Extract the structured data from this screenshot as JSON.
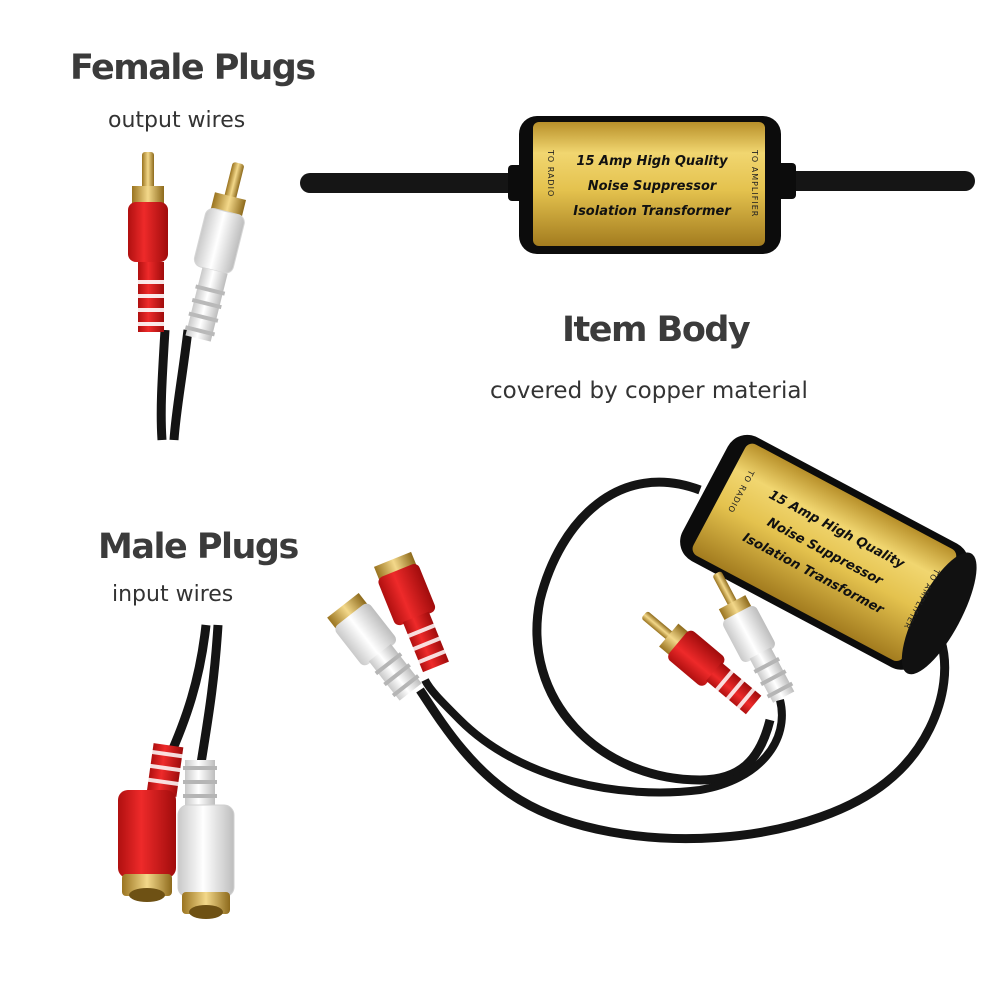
{
  "labels": {
    "female_plugs": {
      "title": "Female Plugs",
      "subtitle": "output wires"
    },
    "item_body": {
      "title": "Item Body",
      "subtitle": "covered by copper material"
    },
    "male_plugs": {
      "title": "Male Plugs",
      "subtitle": "input wires"
    }
  },
  "device_label": {
    "line1": "15 Amp High Quality",
    "line2": "Noise Suppressor",
    "line3": "Isolation Transformer",
    "left_side": "TO RADIO",
    "right_side": "TO AMPLIFIER"
  },
  "colors": {
    "gold": "#d9b53a",
    "plug_red": "#d81e1e",
    "plug_white": "#ececec",
    "cable": "#141414",
    "text": "#3b3b3b"
  }
}
